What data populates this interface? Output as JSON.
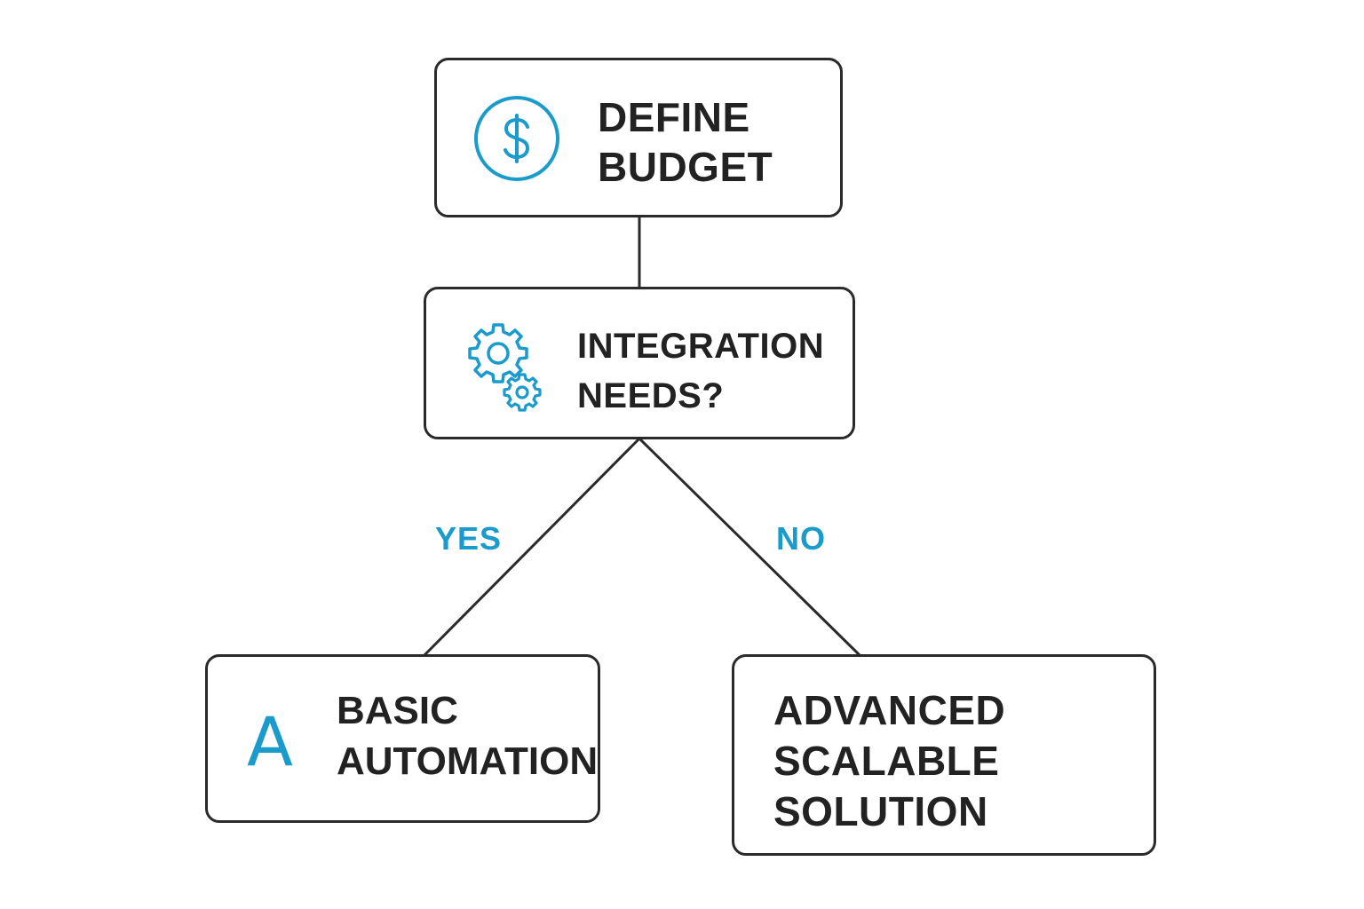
{
  "colors": {
    "accent": "#1a9bcb",
    "border": "#2a2a2a",
    "text": "#222222",
    "background": "#ffffff"
  },
  "nodes": {
    "budget": {
      "icon": "dollar-circle-icon",
      "lines": [
        "DEFINE",
        "BUDGET"
      ]
    },
    "integration": {
      "icon": "gears-icon",
      "lines": [
        "INTEGRATION",
        "NEEDS?"
      ]
    },
    "basic": {
      "icon": "letter-a-icon",
      "icon_glyph": "A",
      "lines": [
        "BASIC",
        "AUTOMATION"
      ]
    },
    "advanced": {
      "lines": [
        "ADVANCED",
        "SCALABLE",
        "SOLUTION"
      ]
    }
  },
  "edges": {
    "yes_label": "YES",
    "no_label": "NO"
  }
}
